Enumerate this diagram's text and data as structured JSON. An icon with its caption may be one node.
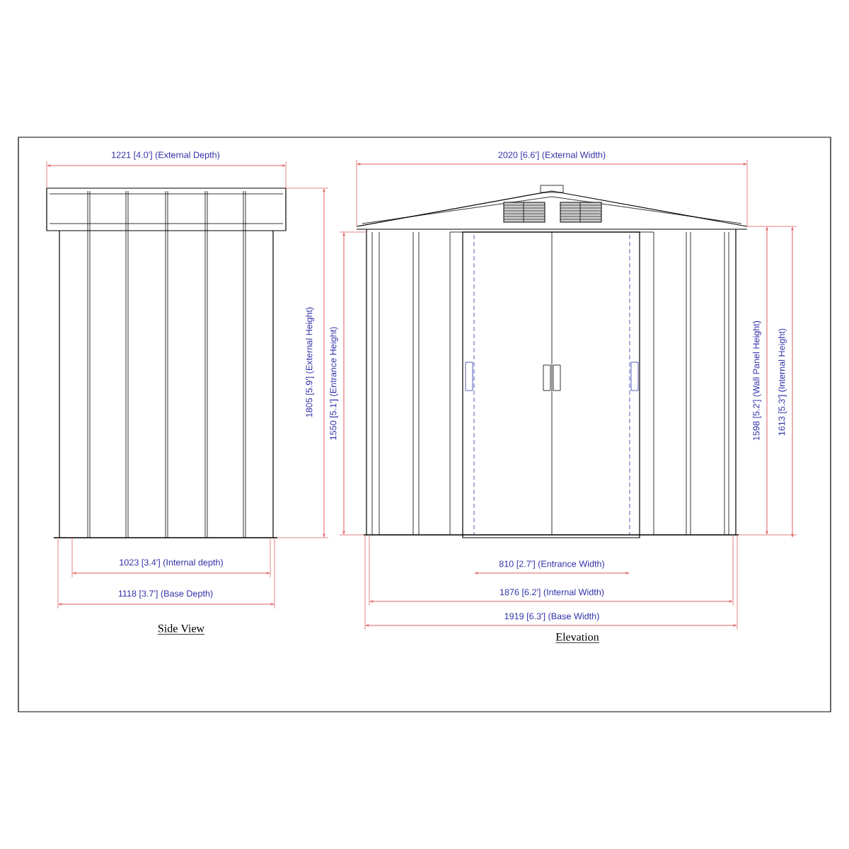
{
  "diagram": {
    "labels": [
      "1221 [4.0'] (External Depth)",
      "2020 [6.6'] (External Width)",
      "1805 [5.9'] (External Height)",
      "1550 [5.1'] (Entrance Height)",
      "1598 [5.2'] (Wall Panel Height)",
      "1613 [5.3'] (Internal Height)",
      "1023 [3.4'] (Internal depth)",
      "810 [2.7'] (Entrance Width)",
      "1118 [3.7'] (Base Depth)",
      "1876 [6.2'] (Internal Width)",
      "1919 [6.3'] (Base Width)",
      "Side View",
      "Elevation"
    ]
  }
}
